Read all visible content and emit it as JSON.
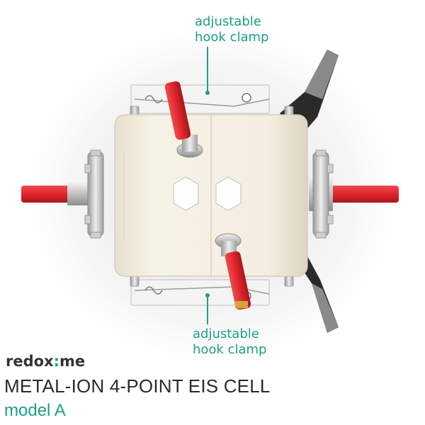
{
  "callouts": {
    "top": {
      "line1": "adjustable",
      "line2": "hook clamp"
    },
    "bottom": {
      "line1": "adjustable",
      "line2": "hook clamp"
    }
  },
  "brand": {
    "part1": "redox",
    "separator": ":",
    "part2": "me"
  },
  "product": {
    "title": "METAL-ION 4-POINT EIS CELL",
    "model": "model A"
  },
  "colors": {
    "accent": "#1f9e86",
    "body": "#f3eee2",
    "connector": "#e0252b",
    "metal": "#c8c8c8",
    "clamp": "#f2f2f2",
    "strap": "#2a2a2a"
  }
}
